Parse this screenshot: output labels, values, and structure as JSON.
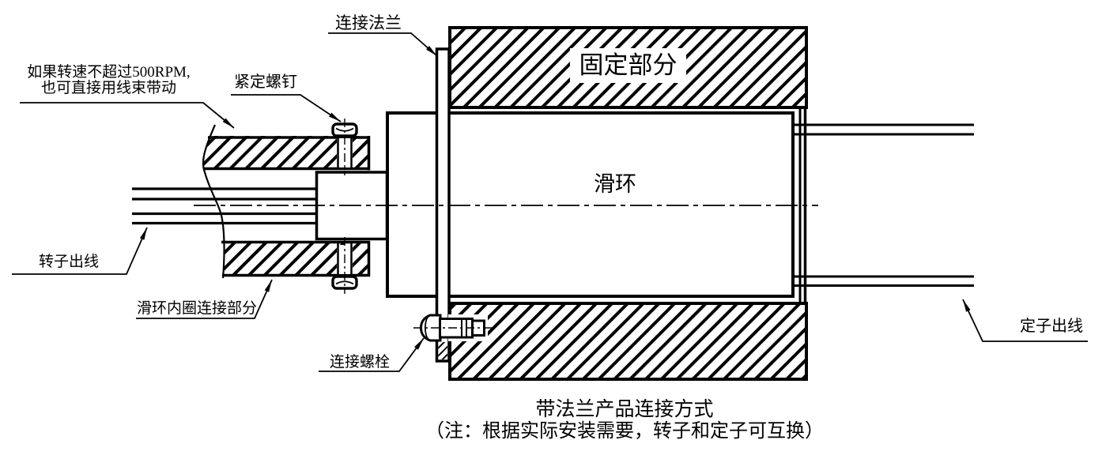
{
  "diagram": {
    "type": "engineering-section-drawing",
    "colors": {
      "line": "#000000",
      "background": "#ffffff"
    },
    "labels": {
      "rpm_note_line1": "如果转速不超过500RPM,",
      "rpm_note_line2": "也可直接用线束带动",
      "set_screw": "紧定螺钉",
      "connection_flange": "连接法兰",
      "fixed_part": "固定部分",
      "slip_ring": "滑环",
      "rotor_wires": "转子出线",
      "inner_ring_connection": "滑环内圈连接部分",
      "connection_bolt": "连接螺栓",
      "stator_wires": "定子出线"
    },
    "title": "带法兰产品连接方式",
    "subtitle": "（注：根据实际安装需要，转子和定子可互换）"
  }
}
